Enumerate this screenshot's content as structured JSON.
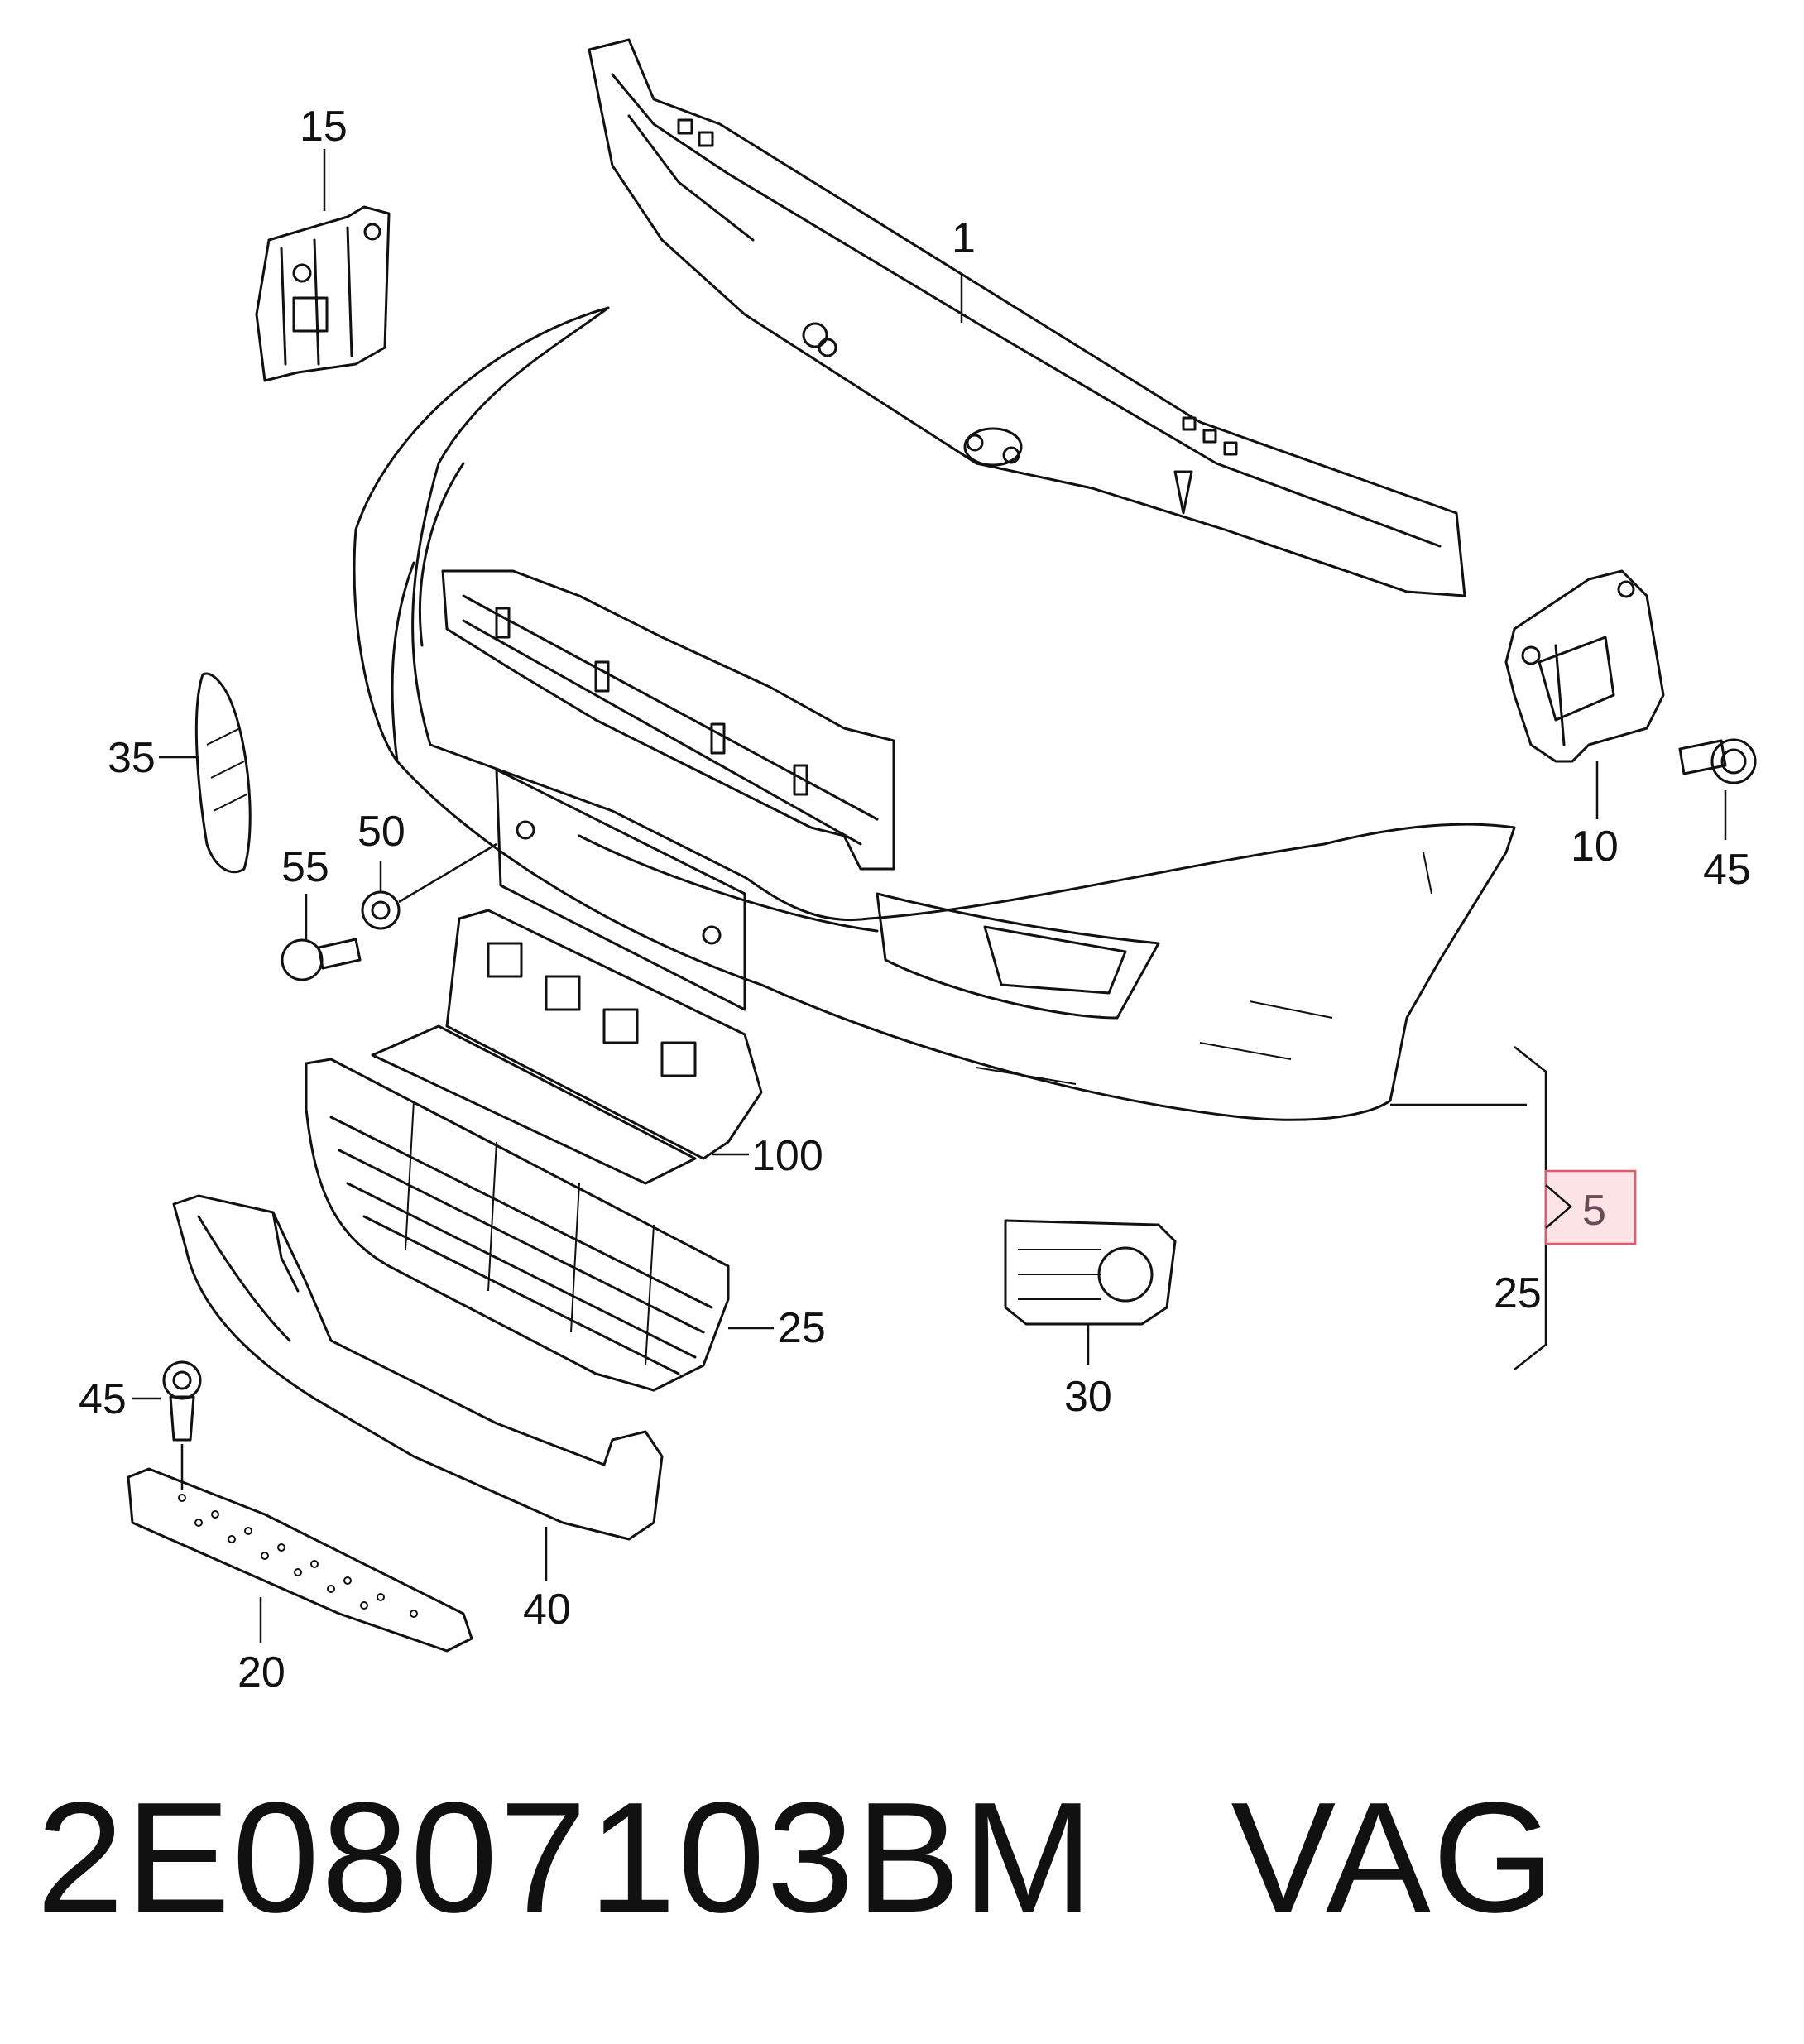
{
  "caption": {
    "part_number": "2E0807103BM",
    "brand": "VAG"
  },
  "callouts": {
    "c1": "1",
    "c5": "5",
    "c10": "10",
    "c15": "15",
    "c20": "20",
    "c25_grille": "25",
    "c25_bracket": "25",
    "c30": "30",
    "c35": "35",
    "c40": "40",
    "c45_right": "45",
    "c45_left": "45",
    "c50": "50",
    "c55": "55",
    "c100": "100"
  },
  "colors": {
    "highlight_box": "#e05a6a",
    "highlight_fill": "#fbe3e6",
    "ink": "#111111"
  }
}
